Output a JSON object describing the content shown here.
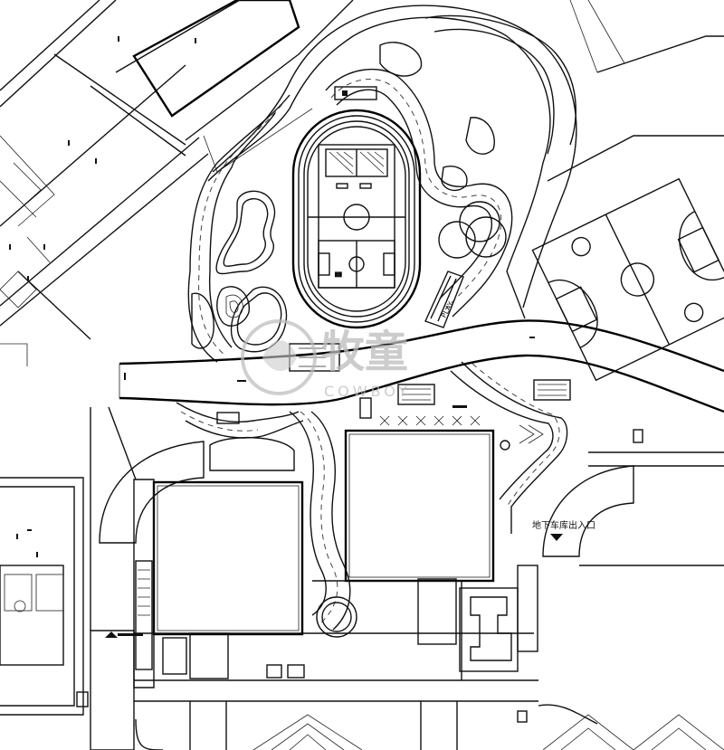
{
  "labels": {
    "play": "PLAY",
    "garage_entrance": "地下车库出入口"
  },
  "watermark": {
    "text": "牧童",
    "sub": "COWBOY"
  },
  "colors": {
    "line": "#111111",
    "watermark": "#bbbbbb",
    "background": "#ffffff"
  }
}
